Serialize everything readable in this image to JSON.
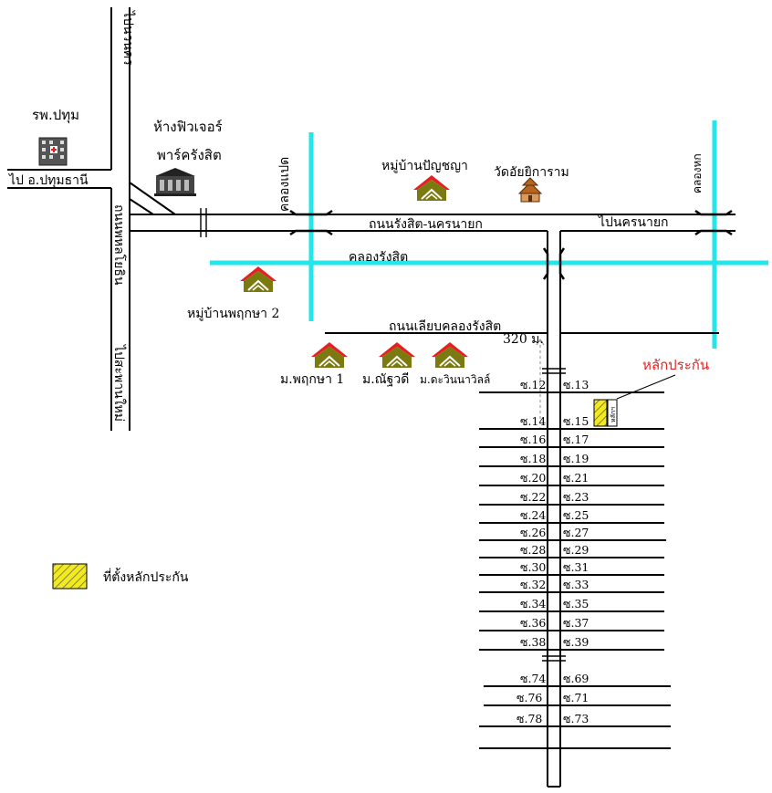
{
  "places": {
    "hospital": "รพ.ปทุม",
    "mall_line1": "ห้างฟิวเจอร์",
    "mall_line2": "พาร์ครังสิต",
    "village_panyachaya": "หมู่บ้านปัญชญา",
    "temple": "วัดอัยยิการาม",
    "village_pruksa2": "หมู่บ้านพฤกษา 2",
    "village_pruksa1": "ม.พฤกษา 1",
    "village_nathawadi": "ม.ณัฐวดี",
    "village_thawin": "ม.ดะวินนาวิลล์"
  },
  "roads": {
    "to_nakhon": "ไปนวนคร",
    "to_pathumthani": "ไป อ.ปทุมธานี",
    "phahonyothin": "ถนนพหลโยธิน",
    "to_old_saphan": "ไปสะพานใหม่",
    "rangsit_nakhonnayok": "ถนนรังสิต-นครนายก",
    "to_nakhonnayok": "ไปนครนายก",
    "canal_side_road": "ถนนเลียบคลองรังสิต"
  },
  "canals": {
    "khlong_paet": "คลองแปด",
    "khlong_rangsit": "คลองรังสิต",
    "khlong_hok": "คลองหก"
  },
  "markers": {
    "distance": "320 ม.",
    "site_label": "หลักประกัน",
    "site_box_text": "หลักฯ"
  },
  "sois": [
    {
      "left": "ซ.12",
      "right": "ซ.13"
    },
    {
      "left": "ซ.14",
      "right": "ซ.15"
    },
    {
      "left": "ซ.16",
      "right": "ซ.17"
    },
    {
      "left": "ซ.18",
      "right": "ซ.19"
    },
    {
      "left": "ซ.20",
      "right": "ซ.21"
    },
    {
      "left": "ซ.22",
      "right": "ซ.23"
    },
    {
      "left": "ซ.24",
      "right": "ซ.25"
    },
    {
      "left": "ซ.26",
      "right": "ซ.27"
    },
    {
      "left": "ซ.28",
      "right": "ซ.29"
    },
    {
      "left": "ซ.30",
      "right": "ซ.31"
    },
    {
      "left": "ซ.32",
      "right": "ซ.33"
    },
    {
      "left": "ซ.34",
      "right": "ซ.35"
    },
    {
      "left": "ซ.36",
      "right": "ซ.37"
    },
    {
      "left": "ซ.38",
      "right": "ซ.39"
    },
    {
      "left": "ซ.74",
      "right": "ซ.69"
    },
    {
      "left": "ซ.76",
      "right": "ซ.71"
    },
    {
      "left": "ซ.78",
      "right": "ซ.73"
    }
  ],
  "legend": {
    "site_location": "ที่ตั้งหลักประกัน"
  },
  "colors": {
    "canal": "#22e6ea",
    "site_label": "#e52020",
    "site_fill": "#f2ea1c",
    "village_roof": "#e52020",
    "village_house": "#7a7a10"
  },
  "icons": {
    "hospital": "hospital-building-icon",
    "mall": "mall-building-icon",
    "temple": "temple-icon",
    "village": "house-icon",
    "bridge": "bridge-icon"
  }
}
